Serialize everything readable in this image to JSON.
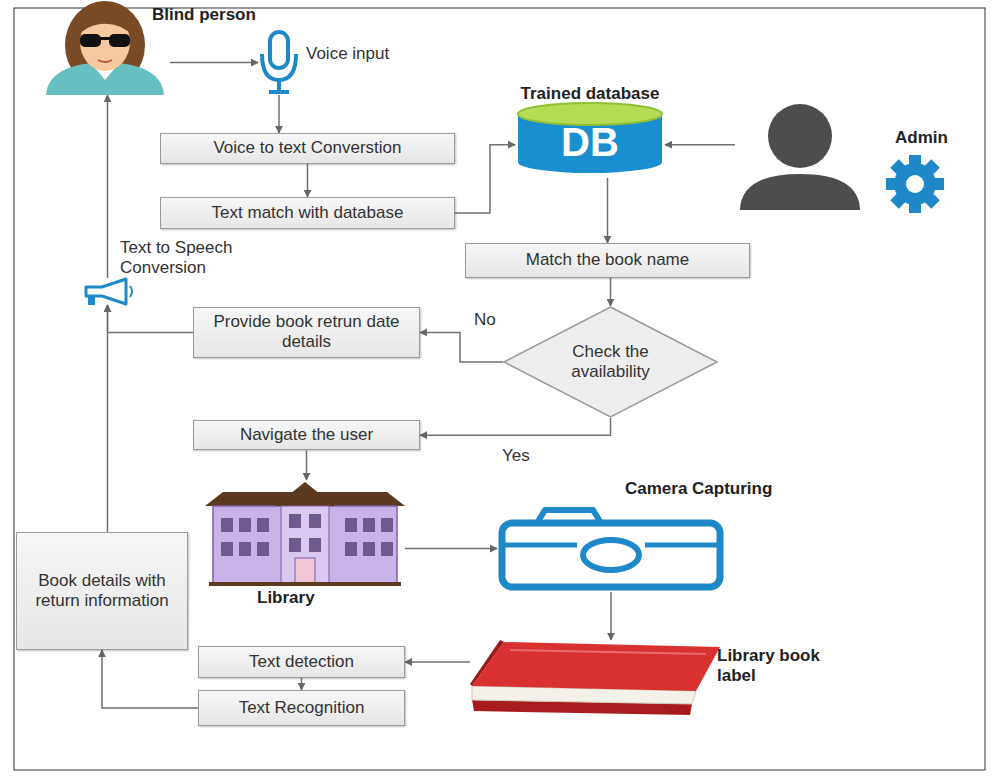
{
  "diagram": {
    "nodes": [
      {
        "text": [
          "Blind person"
        ]
      },
      {
        "text": [
          "Voice input"
        ]
      },
      {
        "text": [
          "Voice to text Converstion"
        ]
      },
      {
        "text": [
          "Text match with database"
        ]
      },
      {
        "text": [
          "Trained database",
          "DB"
        ]
      },
      {
        "text": [
          "Admin"
        ]
      },
      {
        "text": [
          "Match the book name"
        ]
      },
      {
        "text": [
          "Check the availability"
        ]
      },
      {
        "text": [
          "Provide book retrun date details"
        ]
      },
      {
        "text": [
          "Text to Speech Conversion"
        ]
      },
      {
        "text": [
          "Navigate the user"
        ]
      },
      {
        "text": [
          "Library"
        ]
      },
      {
        "text": [
          "Camera Capturing"
        ]
      },
      {
        "text": [
          "Library book label"
        ]
      },
      {
        "text": [
          "Book details with return information"
        ]
      },
      {
        "text": [
          "Text detection"
        ]
      },
      {
        "text": [
          "Text Recognition"
        ]
      }
    ],
    "edges": [
      {
        "from": 0,
        "to": 1,
        "arrow": "to"
      },
      {
        "from": 1,
        "to": 2,
        "arrow": "to"
      },
      {
        "from": 2,
        "to": 3,
        "arrow": "to"
      },
      {
        "from": 3,
        "to": 4,
        "arrow": "to"
      },
      {
        "from": 5,
        "to": 4,
        "arrow": "to"
      },
      {
        "from": 4,
        "to": 6,
        "arrow": "to"
      },
      {
        "from": 6,
        "to": 7,
        "arrow": "to"
      },
      {
        "from": 7,
        "to": 8,
        "label": "No",
        "arrow": "to"
      },
      {
        "from": 7,
        "to": 10,
        "label": "Yes",
        "arrow": "to"
      },
      {
        "from": 8,
        "to": 9,
        "arrow": "to"
      },
      {
        "from": 9,
        "to": 0,
        "arrow": "to"
      },
      {
        "from": 10,
        "to": 11,
        "arrow": "to"
      },
      {
        "from": 11,
        "to": 12,
        "arrow": "to"
      },
      {
        "from": 12,
        "to": 13,
        "arrow": "to"
      },
      {
        "from": 13,
        "to": 15,
        "arrow": "to"
      },
      {
        "from": 15,
        "to": 16,
        "arrow": "to"
      },
      {
        "from": 16,
        "to": 14,
        "arrow": "to"
      },
      {
        "from": 14,
        "to": 9,
        "arrow": "to"
      }
    ]
  }
}
